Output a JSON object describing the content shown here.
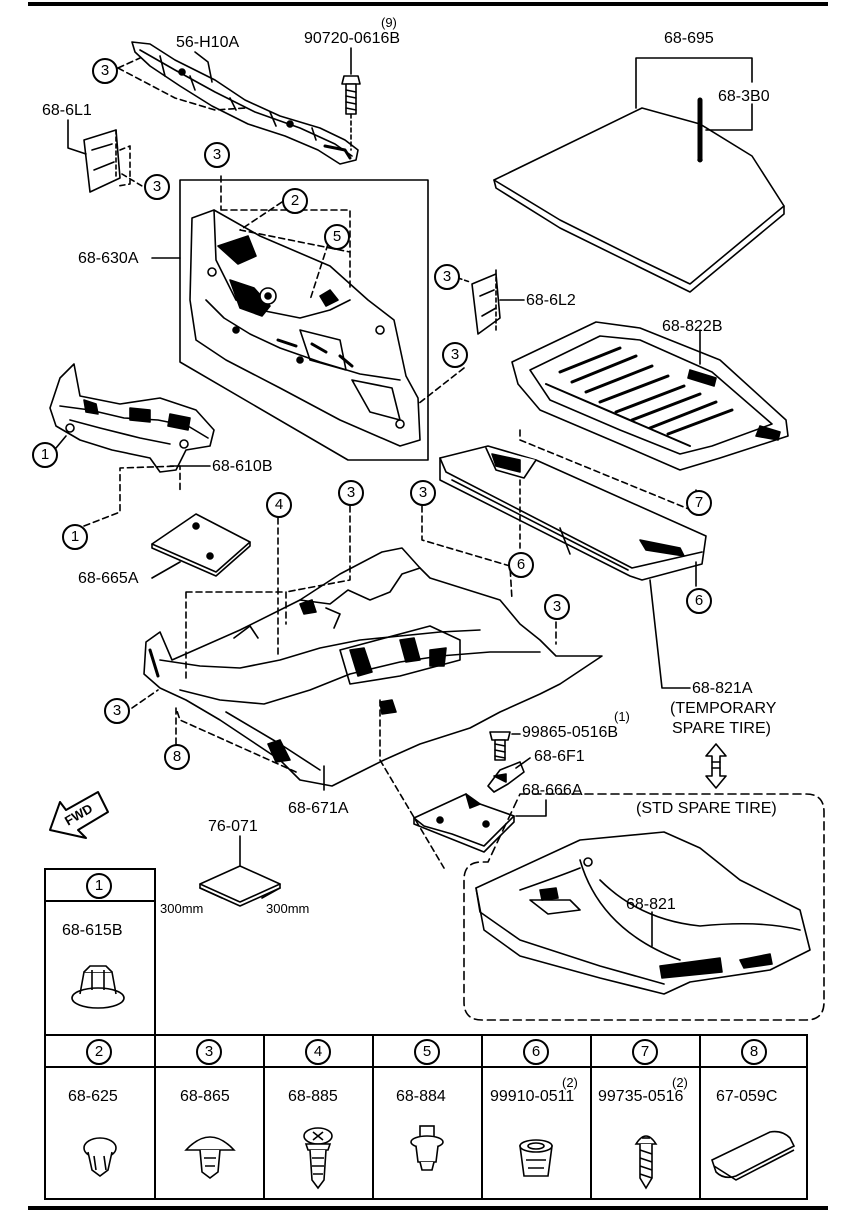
{
  "callouts": {
    "c_56h10a": "56-H10A",
    "c_bolt_qty": "(9)",
    "c_bolt": "90720-0616B",
    "c_68695": "68-695",
    "c_683b0": "68-3B0",
    "c_686l1": "68-6L1",
    "c_68630a": "68-630A",
    "c_686l2": "68-6L2",
    "c_68822b": "68-822B",
    "c_68610b": "68-610B",
    "c_68665a": "68-665A",
    "c_68821a": "68-821A",
    "c_temp_1": "(TEMPORARY",
    "c_temp_2": "SPARE TIRE)",
    "c_screw_qty": "(1)",
    "c_screw": "99865-0516B",
    "c_686f1": "68-6F1",
    "c_68666a": "68-666A",
    "c_68671a": "68-671A",
    "c_76071": "76-071",
    "c_300a": "300mm",
    "c_300b": "300mm",
    "c_std": "(STD SPARE TIRE)",
    "c_68821": "68-821",
    "c_fwd": "FWD"
  },
  "markers": {
    "m1": "1",
    "m2": "2",
    "m3": "3",
    "m4": "4",
    "m5": "5",
    "m6": "6",
    "m7": "7",
    "m8": "8"
  },
  "fasteners": [
    {
      "num": "1",
      "part": "68-615B",
      "qty": ""
    },
    {
      "num": "2",
      "part": "68-625",
      "qty": ""
    },
    {
      "num": "3",
      "part": "68-865",
      "qty": ""
    },
    {
      "num": "4",
      "part": "68-885",
      "qty": ""
    },
    {
      "num": "5",
      "part": "68-884",
      "qty": ""
    },
    {
      "num": "6",
      "part": "99910-0511",
      "qty": "(2)"
    },
    {
      "num": "7",
      "part": "99735-0516",
      "qty": "(2)"
    },
    {
      "num": "8",
      "part": "67-059C",
      "qty": ""
    }
  ]
}
